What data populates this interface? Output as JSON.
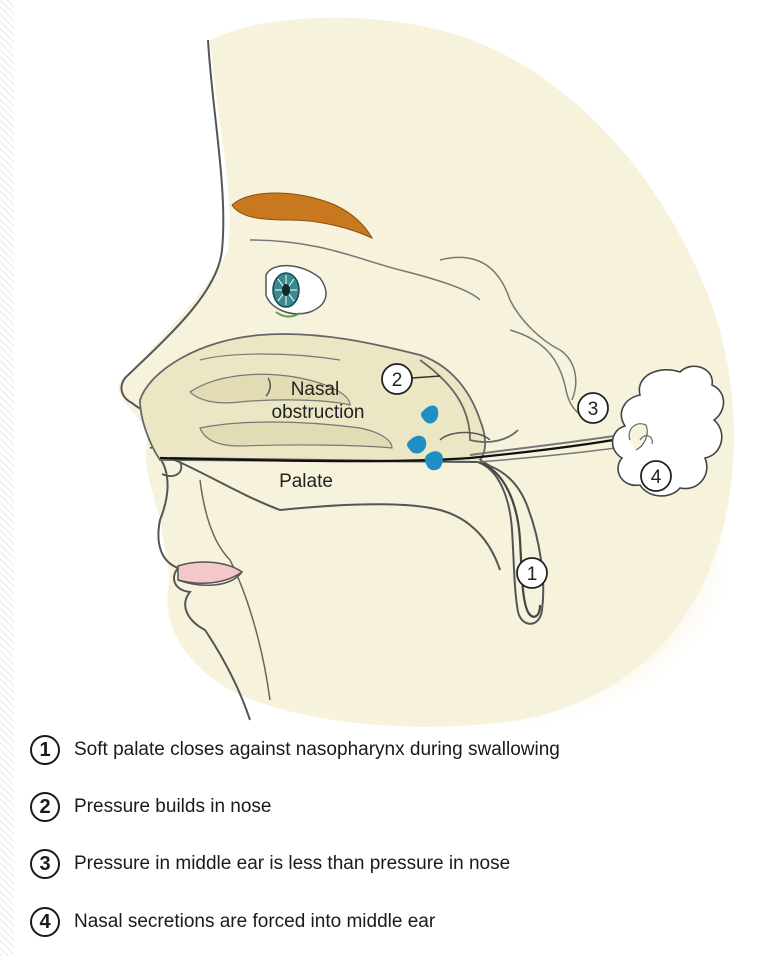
{
  "diagram": {
    "labels": {
      "nasal_line1": "Nasal",
      "nasal_line2": "obstruction",
      "palate": "Palate"
    },
    "markers": [
      "1",
      "2",
      "3",
      "4"
    ],
    "colors": {
      "skin": "#f6f2dc",
      "cavity": "#ebe6c4",
      "eyebrow": "#c8781e",
      "lips": "#f4c8c8",
      "droplets": "#1e8fc4",
      "iris": "#3a8a8e",
      "outline": "#555555"
    }
  },
  "legend": {
    "items": [
      {
        "num": "1",
        "text": "Soft palate closes against nasopharynx during swallowing"
      },
      {
        "num": "2",
        "text": "Pressure builds in nose"
      },
      {
        "num": "3",
        "text": "Pressure in middle ear is less than pressure in nose"
      },
      {
        "num": "4",
        "text": "Nasal secretions are forced into middle ear"
      }
    ]
  }
}
